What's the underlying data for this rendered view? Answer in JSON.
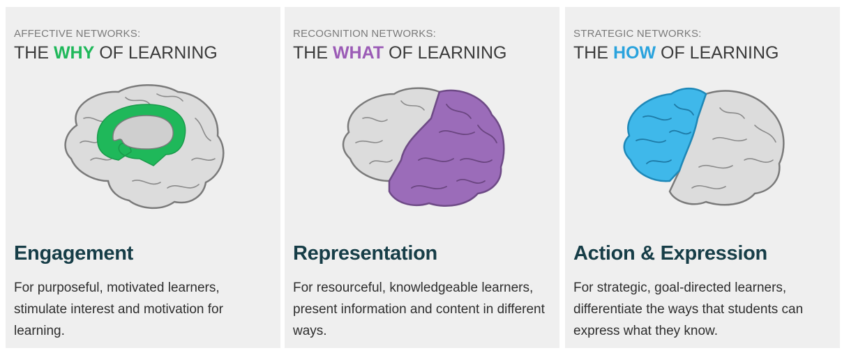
{
  "colors": {
    "panel_background": "#efefef",
    "brain_gray": "#dcdcdc",
    "brain_outline": "#7a7a7a",
    "green": "#1fb85a",
    "purple": "#9b5bb6",
    "blue": "#2aa3dd",
    "heading": "#163d47"
  },
  "panels": [
    {
      "network": "AFFECTIVE NETWORKS:",
      "tagline_pre": "THE ",
      "tagline_highlight": "WHY",
      "tagline_post": " OF LEARNING",
      "highlight_color": "#1fb85a",
      "icon": "brain-limbic-icon",
      "heading": "Engagement",
      "description": "For purposeful, motivated learners, stimulate interest and motivation for learning."
    },
    {
      "network": "RECOGNITION NETWORKS:",
      "tagline_pre": "THE ",
      "tagline_highlight": "WHAT",
      "tagline_post": " OF LEARNING",
      "highlight_color": "#9b5bb6",
      "icon": "brain-posterior-icon",
      "heading": "Representation",
      "description": "For resourceful, knowledgeable learners, present information and content in different ways."
    },
    {
      "network": "STRATEGIC NETWORKS:",
      "tagline_pre": "THE ",
      "tagline_highlight": "HOW",
      "tagline_post": " OF LEARNING",
      "highlight_color": "#2aa3dd",
      "icon": "brain-frontal-icon",
      "heading": "Action & Expression",
      "description": "For strategic, goal-directed learners, differentiate the ways that students can express what they know."
    }
  ]
}
